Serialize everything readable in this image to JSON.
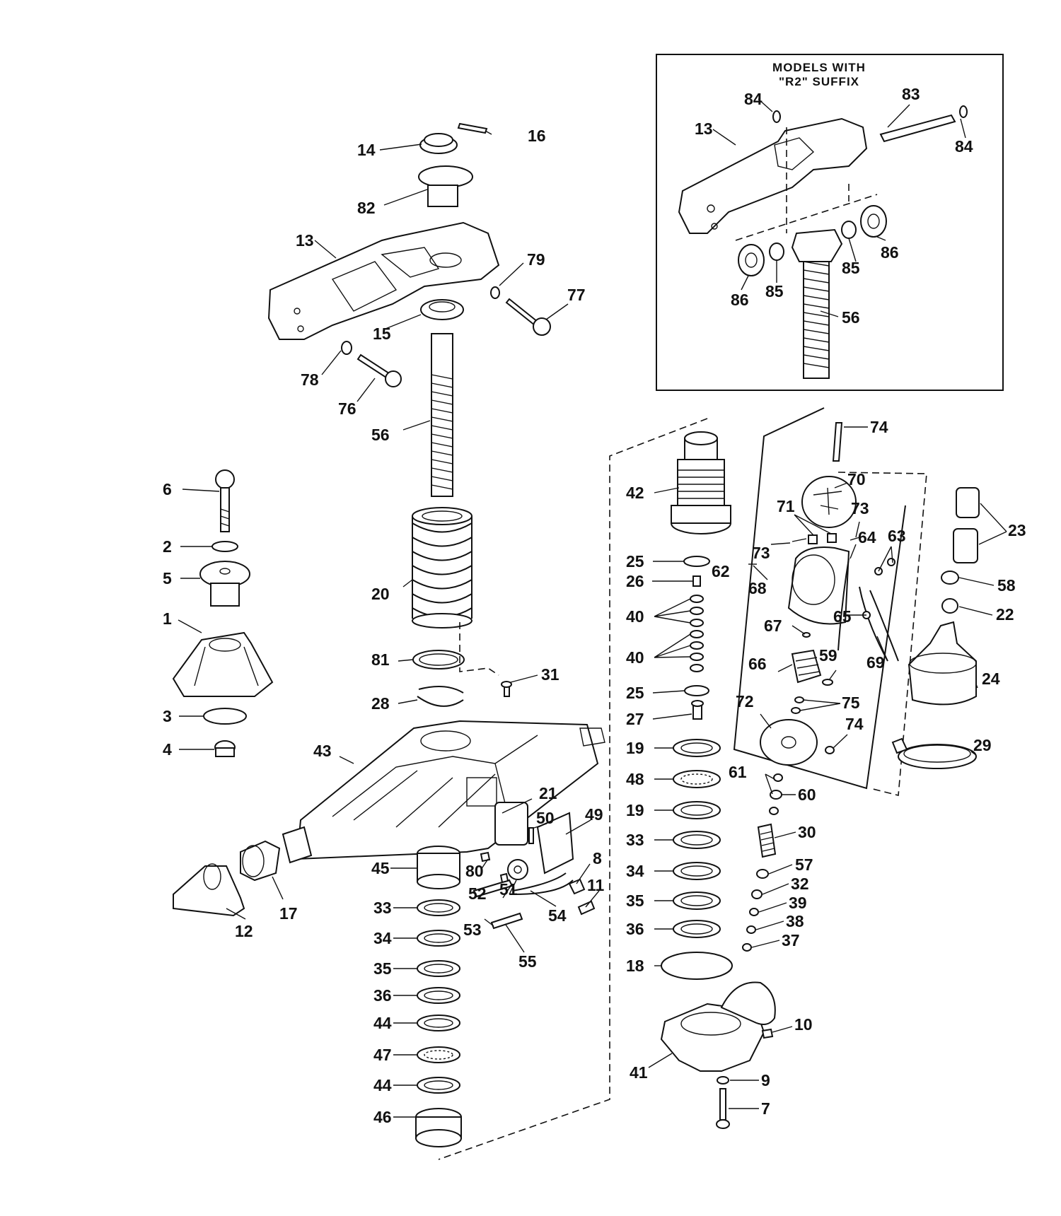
{
  "inset": {
    "title_line1": "MODELS WITH",
    "title_line2": "\"R2\" SUFFIX"
  },
  "labels": {
    "p1": "1",
    "p2": "2",
    "p3": "3",
    "p4": "4",
    "p5": "5",
    "p6": "6",
    "p7": "7",
    "p8": "8",
    "p9": "9",
    "p10": "10",
    "p11": "11",
    "p12": "12",
    "p13": "13",
    "p14": "14",
    "p15": "15",
    "p16": "16",
    "p17": "17",
    "p18": "18",
    "p19": "19",
    "p20": "20",
    "p21": "21",
    "p22": "22",
    "p23": "23",
    "p24": "24",
    "p25": "25",
    "p26": "26",
    "p27": "27",
    "p28": "28",
    "p29": "29",
    "p30": "30",
    "p31": "31",
    "p32": "32",
    "p33": "33",
    "p34": "34",
    "p35": "35",
    "p36": "36",
    "p37": "37",
    "p38": "38",
    "p39": "39",
    "p40": "40",
    "p41": "41",
    "p42": "42",
    "p43": "43",
    "p44": "44",
    "p45": "45",
    "p46": "46",
    "p47": "47",
    "p48": "48",
    "p49": "49",
    "p50": "50",
    "p51": "51",
    "p52": "52",
    "p53": "53",
    "p54": "54",
    "p55": "55",
    "p56": "56",
    "p57": "57",
    "p58": "58",
    "p59": "59",
    "p60": "60",
    "p61": "61",
    "p62": "62",
    "p63": "63",
    "p64": "64",
    "p65": "65",
    "p66": "66",
    "p67": "67",
    "p68": "68",
    "p69": "69",
    "p70": "70",
    "p71": "71",
    "p72": "72",
    "p73": "73",
    "p74": "74",
    "p75": "75",
    "p76": "76",
    "p77": "77",
    "p78": "78",
    "p79": "79",
    "p80": "80",
    "p81": "81",
    "p82": "82",
    "p83": "83",
    "p84": "84",
    "p85": "85",
    "p86": "86"
  }
}
